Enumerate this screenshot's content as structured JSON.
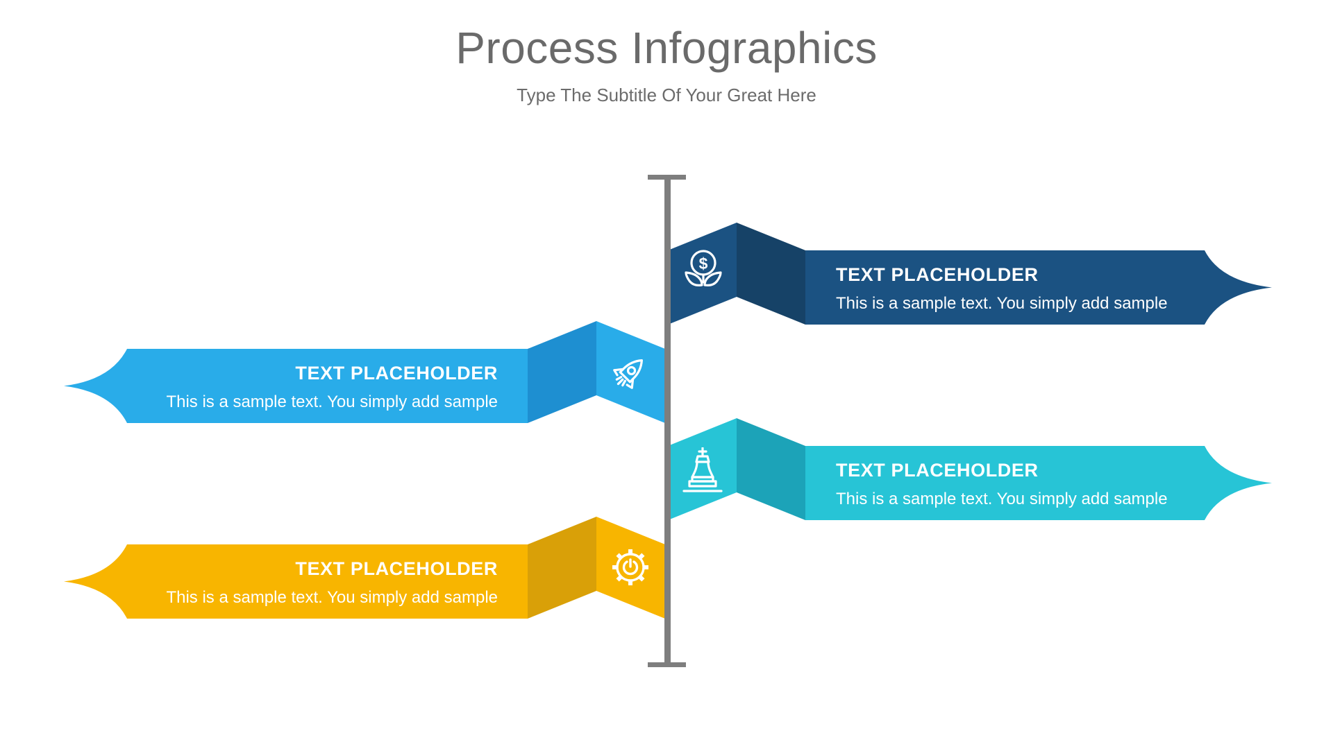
{
  "header": {
    "title": "Process Infographics",
    "subtitle": "Type The Subtitle Of Your Great Here",
    "text_color": "#6a6a6a"
  },
  "timeline": {
    "line_color": "#7e7e7e"
  },
  "steps": [
    {
      "position": "right-top",
      "icon": "money-plant-icon",
      "title": "TEXT PLACEHOLDER",
      "description": "This is a sample text. You simply add sample",
      "colors": {
        "base": "#1B5282",
        "fold": "#164267"
      }
    },
    {
      "position": "left-upper",
      "icon": "rocket-icon",
      "title": "TEXT PLACEHOLDER",
      "description": "This is a sample text. You simply add sample",
      "colors": {
        "base": "#29ACE9",
        "fold": "#1E8FD1"
      }
    },
    {
      "position": "right-lower",
      "icon": "chess-king-icon",
      "title": "TEXT PLACEHOLDER",
      "description": "This is a sample text. You simply add sample",
      "colors": {
        "base": "#27C4D6",
        "fold": "#1CA3B8"
      }
    },
    {
      "position": "left-bottom",
      "icon": "gear-wrench-icon",
      "title": "TEXT PLACEHOLDER",
      "description": "This is a sample text. You simply add sample",
      "colors": {
        "base": "#F8B500",
        "fold": "#D9A008"
      }
    }
  ]
}
